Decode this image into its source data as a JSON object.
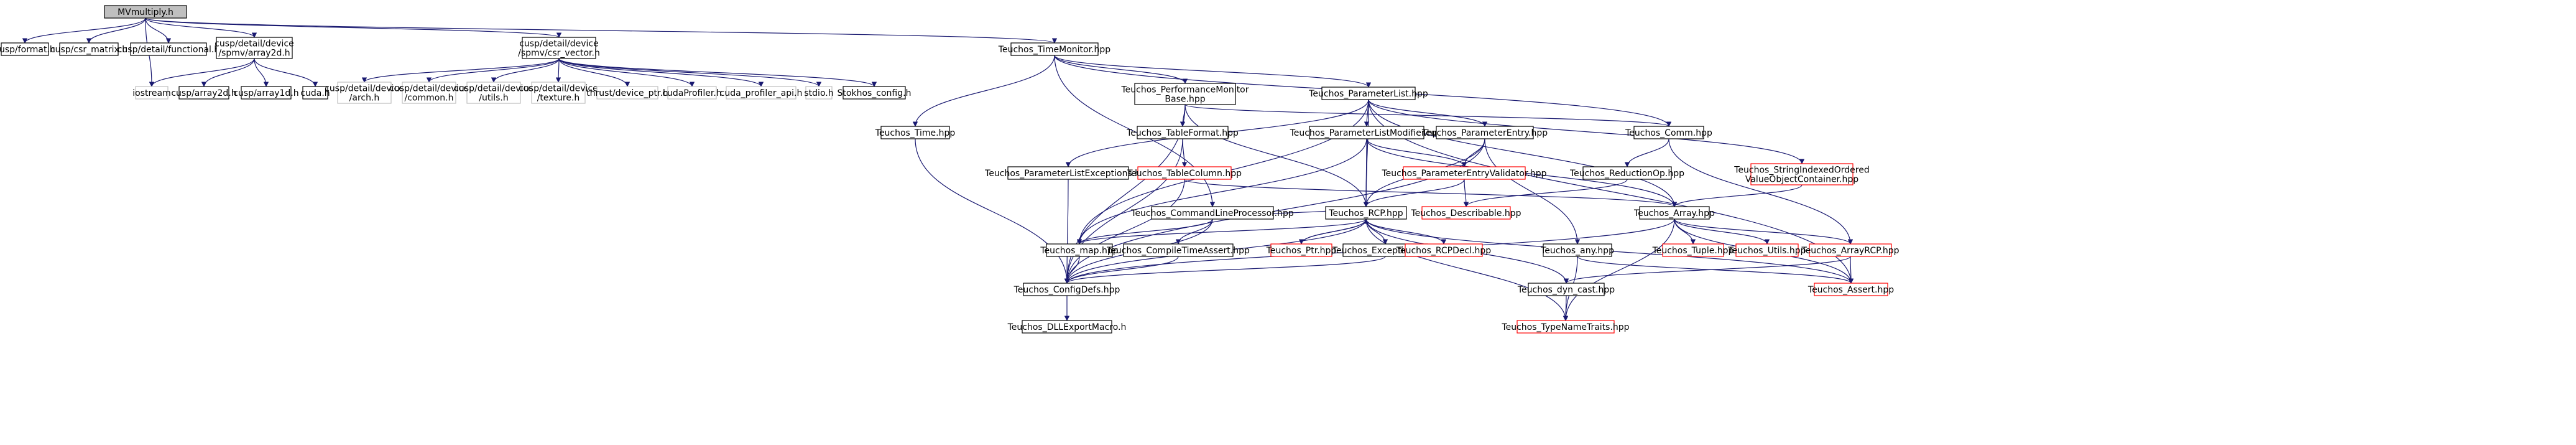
{
  "diagram": {
    "nodes": [
      {
        "id": "root",
        "lines": [
          "MVmultiply.h"
        ]
      },
      {
        "id": "cusp_format",
        "lines": [
          "cusp/format.h"
        ]
      },
      {
        "id": "cusp_csr_matrix",
        "lines": [
          "cusp/csr_matrix.h"
        ]
      },
      {
        "id": "cusp_functional",
        "lines": [
          "cusp/detail/functional.h"
        ]
      },
      {
        "id": "spmv_array2d",
        "lines": [
          "cusp/detail/device",
          "/spmv/array2d.h"
        ]
      },
      {
        "id": "spmv_csr_vector",
        "lines": [
          "cusp/detail/device",
          "/spmv/csr_vector.h"
        ]
      },
      {
        "id": "time_monitor",
        "lines": [
          "Teuchos_TimeMonitor.hpp"
        ]
      },
      {
        "id": "iostream",
        "lines": [
          "iostream"
        ]
      },
      {
        "id": "cusp_array2d",
        "lines": [
          "cusp/array2d.h"
        ]
      },
      {
        "id": "cusp_array1d",
        "lines": [
          "cusp/array1d.h"
        ]
      },
      {
        "id": "cuda_h",
        "lines": [
          "cuda.h"
        ]
      },
      {
        "id": "arch_h",
        "lines": [
          "cusp/detail/device",
          "/arch.h"
        ]
      },
      {
        "id": "common_h",
        "lines": [
          "cusp/detail/device",
          "/common.h"
        ]
      },
      {
        "id": "utils_h",
        "lines": [
          "cusp/detail/device",
          "/utils.h"
        ]
      },
      {
        "id": "texture_h",
        "lines": [
          "cusp/detail/device",
          "/texture.h"
        ]
      },
      {
        "id": "device_ptr",
        "lines": [
          "thrust/device_ptr.h"
        ]
      },
      {
        "id": "cuda_profiler",
        "lines": [
          "cudaProfiler.h"
        ]
      },
      {
        "id": "cuda_profiler_api",
        "lines": [
          "cuda_profiler_api.h"
        ]
      },
      {
        "id": "stdio_h",
        "lines": [
          "stdio.h"
        ]
      },
      {
        "id": "stokhos_config",
        "lines": [
          "Stokhos_config.h"
        ]
      },
      {
        "id": "time_hpp",
        "lines": [
          "Teuchos_Time.hpp"
        ]
      },
      {
        "id": "perf_monitor",
        "lines": [
          "Teuchos_PerformanceMonitor",
          "Base.hpp"
        ]
      },
      {
        "id": "param_list",
        "lines": [
          "Teuchos_ParameterList.hpp"
        ]
      },
      {
        "id": "table_format",
        "lines": [
          "Teuchos_TableFormat.hpp"
        ]
      },
      {
        "id": "param_list_modifier",
        "lines": [
          "Teuchos_ParameterListModifier.hpp"
        ]
      },
      {
        "id": "param_entry",
        "lines": [
          "Teuchos_ParameterEntry.hpp"
        ]
      },
      {
        "id": "comm_hpp",
        "lines": [
          "Teuchos_Comm.hpp"
        ]
      },
      {
        "id": "string_indexed",
        "lines": [
          "Teuchos_StringIndexedOrdered",
          "ValueObjectContainer.hpp"
        ]
      },
      {
        "id": "param_list_exceptions",
        "lines": [
          "Teuchos_ParameterListExceptions.hpp"
        ]
      },
      {
        "id": "table_column",
        "lines": [
          "Teuchos_TableColumn.hpp"
        ]
      },
      {
        "id": "param_entry_validator",
        "lines": [
          "Teuchos_ParameterEntryValidator.hpp"
        ]
      },
      {
        "id": "reduction_op",
        "lines": [
          "Teuchos_ReductionOp.hpp"
        ]
      },
      {
        "id": "describable",
        "lines": [
          "Teuchos_Describable.hpp"
        ]
      },
      {
        "id": "cmdline",
        "lines": [
          "Teuchos_CommandLineProcessor.hpp"
        ]
      },
      {
        "id": "rcp",
        "lines": [
          "Teuchos_RCP.hpp"
        ]
      },
      {
        "id": "array_hpp",
        "lines": [
          "Teuchos_Array.hpp"
        ]
      },
      {
        "id": "map_hpp",
        "lines": [
          "Teuchos_map.hpp"
        ]
      },
      {
        "id": "compile_time_assert",
        "lines": [
          "Teuchos_CompileTimeAssert.hpp"
        ]
      },
      {
        "id": "ptr_hpp",
        "lines": [
          "Teuchos_Ptr.hpp"
        ]
      },
      {
        "id": "exceptions_hpp",
        "lines": [
          "Teuchos_Exceptions.hpp"
        ]
      },
      {
        "id": "rcp_decl",
        "lines": [
          "Teuchos_RCPDecl.hpp"
        ]
      },
      {
        "id": "any_hpp",
        "lines": [
          "Teuchos_any.hpp"
        ]
      },
      {
        "id": "tuple_hpp",
        "lines": [
          "Teuchos_Tuple.hpp"
        ]
      },
      {
        "id": "utils_hpp",
        "lines": [
          "Teuchos_Utils.hpp"
        ]
      },
      {
        "id": "array_rcp",
        "lines": [
          "Teuchos_ArrayRCP.hpp"
        ]
      },
      {
        "id": "config_defs",
        "lines": [
          "Teuchos_ConfigDefs.hpp"
        ]
      },
      {
        "id": "dyn_cast",
        "lines": [
          "Teuchos_dyn_cast.hpp"
        ]
      },
      {
        "id": "assert_hpp",
        "lines": [
          "Teuchos_Assert.hpp"
        ]
      },
      {
        "id": "dll_export",
        "lines": [
          "Teuchos_DLLExportMacro.h"
        ]
      },
      {
        "id": "type_name_traits",
        "lines": [
          "Teuchos_TypeNameTraits.hpp"
        ]
      }
    ]
  }
}
